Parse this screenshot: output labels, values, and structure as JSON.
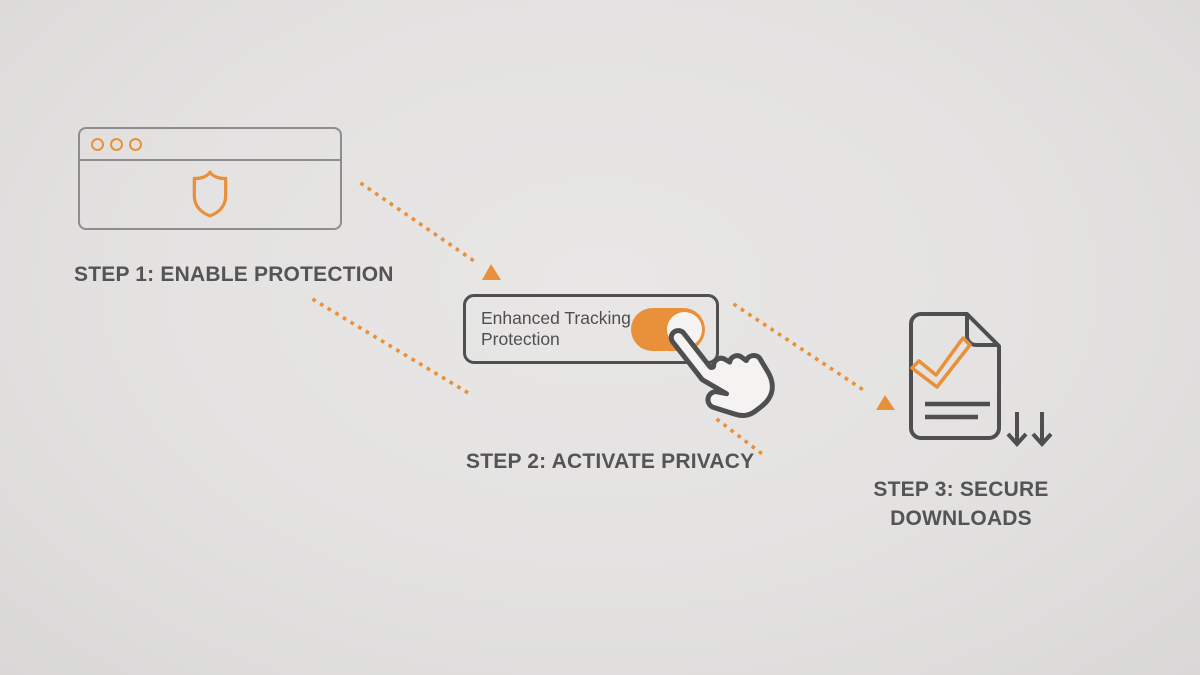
{
  "colors": {
    "accent": "#e8913a",
    "outline_dark": "#4f4f52",
    "outline_window": "#8d8d8f",
    "text": "#545457",
    "background": "#e3e2e1",
    "knob": "#f6f4f2"
  },
  "steps": [
    {
      "label": "STEP 1: ENABLE PROTECTION",
      "icon": "browser-window-with-shield-icon"
    },
    {
      "label": "STEP 2: ACTIVATE PRIVACY",
      "panel": {
        "toggle_label": "Enhanced Tracking Protection",
        "toggle_state": "on"
      },
      "icon": "hand-pointer-icon"
    },
    {
      "label": "STEP 3: SECURE DOWNLOADS",
      "icon": "document-with-checkmark-icon",
      "extra_icon": "download-arrows-icon"
    }
  ],
  "connectors": [
    {
      "name": "arrow-step1-to-step2",
      "style": "dotted",
      "arrowhead": true
    },
    {
      "name": "dotted-line-below-step1",
      "style": "dotted",
      "arrowhead": false
    },
    {
      "name": "arrow-step2-to-step3",
      "style": "dotted",
      "arrowhead": true
    },
    {
      "name": "dotted-line-below-step2",
      "style": "dotted",
      "arrowhead": false
    }
  ]
}
